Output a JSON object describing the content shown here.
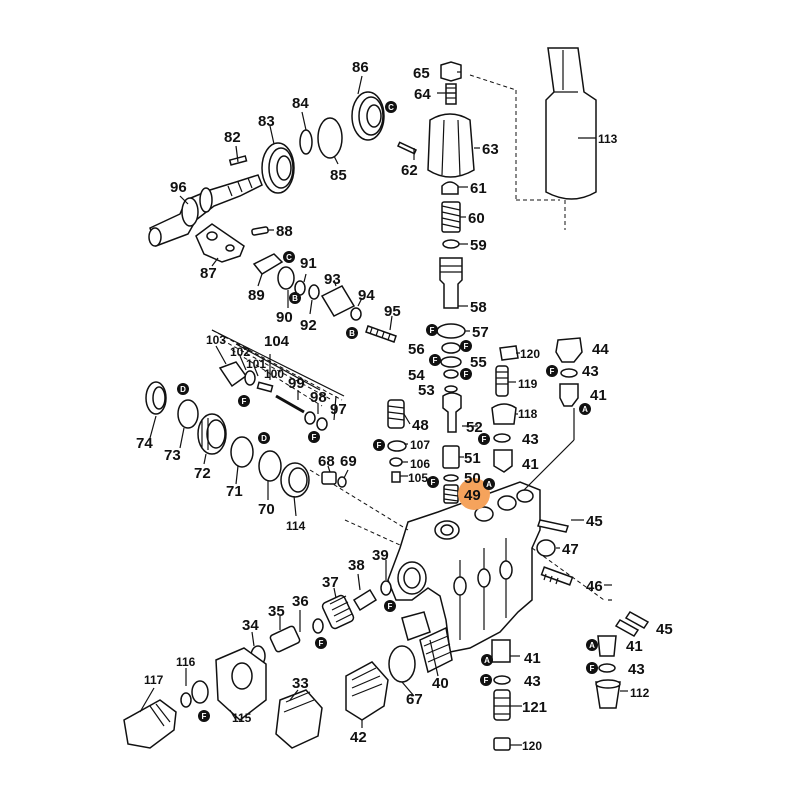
{
  "highlight": {
    "label": "49",
    "color": "#f5a35c"
  },
  "labels": {
    "p65": "65",
    "p64": "64",
    "p63": "63",
    "p62": "62",
    "p61": "61",
    "p60": "60",
    "p59": "59",
    "p58": "58",
    "p57": "57",
    "p56": "56",
    "p55": "55",
    "p54": "54",
    "p53": "53",
    "p52": "52",
    "p51": "51",
    "p50": "50",
    "p48": "48",
    "p47": "47",
    "p46": "46",
    "p45a": "45",
    "p45b": "45",
    "p44": "44",
    "p43a": "43",
    "p43b": "43",
    "p43c": "43",
    "p43d": "43",
    "p42": "42",
    "p41a": "41",
    "p41b": "41",
    "p41c": "41",
    "p41d": "41",
    "p40": "40",
    "p39": "39",
    "p38": "38",
    "p37": "37",
    "p36": "36",
    "p35": "35",
    "p34": "34",
    "p33": "33",
    "p113": "113",
    "p120a": "120",
    "p120b": "120",
    "p119": "119",
    "p118": "118",
    "p121": "121",
    "p112": "112",
    "p117": "117",
    "p116": "116",
    "p115": "115",
    "p114": "114",
    "p107": "107",
    "p106": "106",
    "p105": "105",
    "p104": "104",
    "p103": "103",
    "p102": "102",
    "p101": "101",
    "p100": "100",
    "p99": "99",
    "p98": "98",
    "p97": "97",
    "p96": "96",
    "p95": "95",
    "p94": "94",
    "p93": "93",
    "p92": "92",
    "p91": "91",
    "p90": "90",
    "p89": "89",
    "p88": "88",
    "p87": "87",
    "p86": "86",
    "p85": "85",
    "p84": "84",
    "p83": "83",
    "p82": "82",
    "p74": "74",
    "p73": "73",
    "p72": "72",
    "p71": "71",
    "p70": "70",
    "p69": "69",
    "p68": "68",
    "p67": "67"
  },
  "badges": {
    "A": "A",
    "B": "B",
    "C": "C",
    "D": "D",
    "F": "F"
  }
}
